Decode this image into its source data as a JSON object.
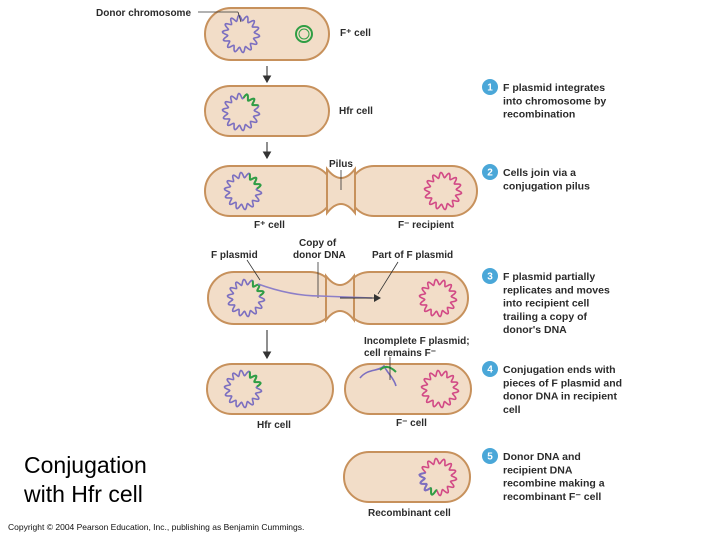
{
  "colors": {
    "cell_fill": "#f2ddc8",
    "cell_stroke": "#c7915c",
    "donor_chromosome": "#7c6fc0",
    "recipient_chromosome": "#d24a86",
    "f_plasmid": "#2f9e44",
    "step_badge": "#4aa7d8"
  },
  "labels": {
    "donor_chromosome": "Donor chromosome",
    "f_plus_cell_top": "F⁺ cell",
    "hfr_cell": "Hfr cell",
    "pilus": "Pilus",
    "f_plus_cell": "F⁺ cell",
    "f_minus_recipient": "F⁻ recipient",
    "f_plasmid": "F plasmid",
    "copy_line1": "Copy of",
    "copy_line2": "donor DNA",
    "part_of_f_plasmid": "Part of F plasmid",
    "incomplete_line1": "Incomplete F plasmid;",
    "incomplete_line2": "cell remains F⁻",
    "hfr_cell_bottom": "Hfr cell",
    "f_minus_cell": "F⁻ cell",
    "recombinant_cell": "Recombinant cell"
  },
  "steps": [
    {
      "number": "1",
      "lines": [
        "F plasmid integrates",
        "into chromosome by",
        "recombination"
      ]
    },
    {
      "number": "2",
      "lines": [
        "Cells join via a",
        "conjugation pilus"
      ]
    },
    {
      "number": "3",
      "lines": [
        "F plasmid partially",
        "replicates and moves",
        "into recipient cell",
        "trailing a copy of",
        "donor's DNA"
      ]
    },
    {
      "number": "4",
      "lines": [
        "Conjugation ends with",
        "pieces of F plasmid and",
        "donor DNA in recipient",
        "cell"
      ]
    },
    {
      "number": "5",
      "lines": [
        "Donor DNA and",
        "recipient DNA",
        "recombine making a",
        "recombinant F⁻ cell"
      ]
    }
  ],
  "title": {
    "line1": "Conjugation",
    "line2": "with Hfr cell"
  },
  "copyright": "Copyright © 2004 Pearson Education, Inc., publishing as Benjamin Cummings."
}
